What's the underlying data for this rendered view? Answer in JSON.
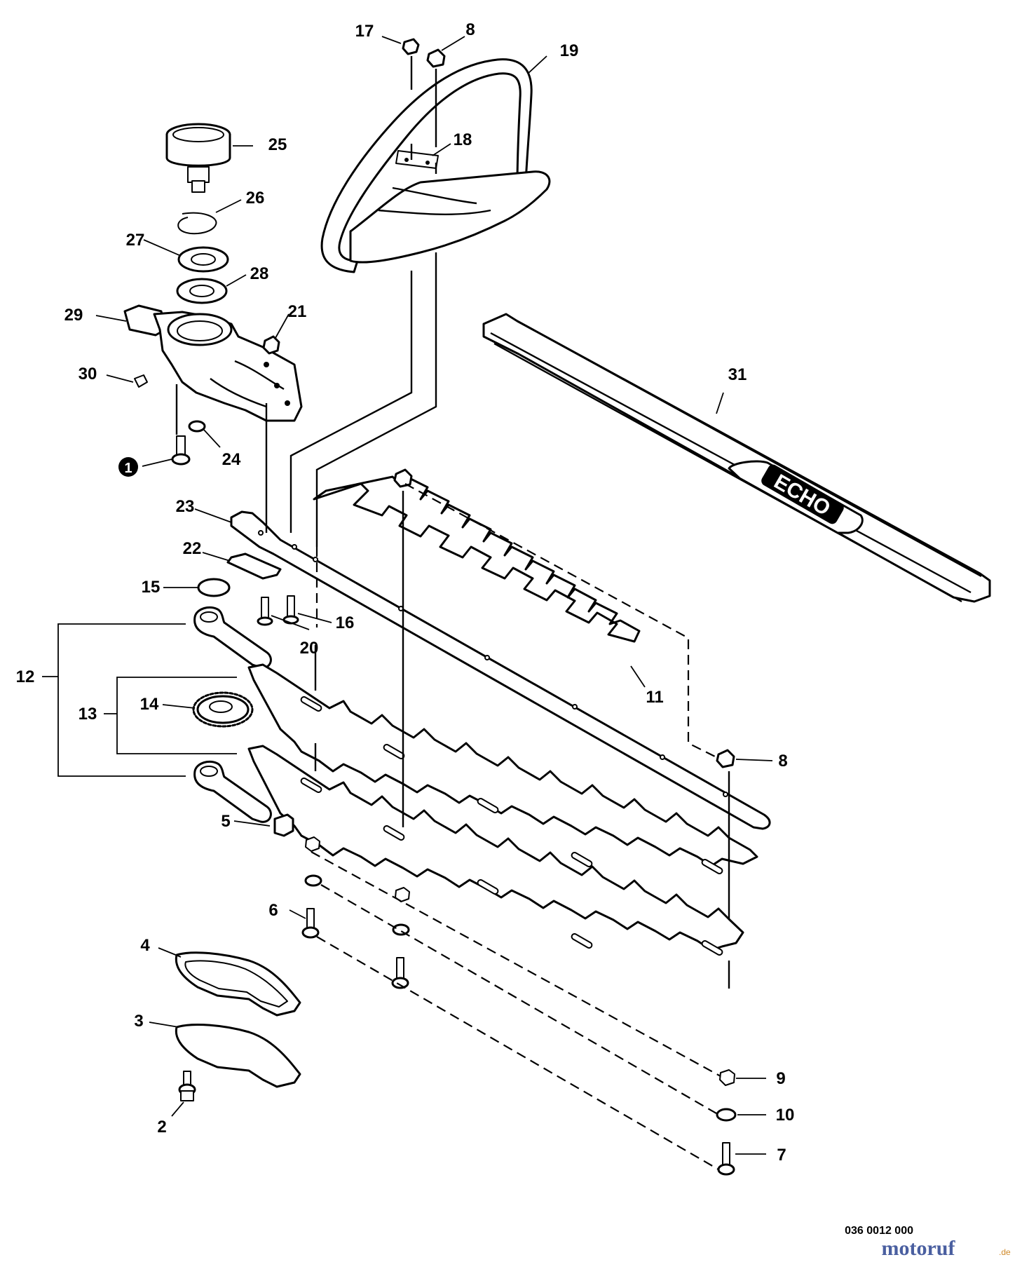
{
  "labels": {
    "p1": "1",
    "p2": "2",
    "p3": "3",
    "p4": "4",
    "p5": "5",
    "p6": "6",
    "p7": "7",
    "p8a": "8",
    "p8b": "8",
    "p9": "9",
    "p10": "10",
    "p11": "11",
    "p12": "12",
    "p13": "13",
    "p14": "14",
    "p15": "15",
    "p16": "16",
    "p17": "17",
    "p18": "18",
    "p19": "19",
    "p20": "20",
    "p21": "21",
    "p22": "22",
    "p23": "23",
    "p24": "24",
    "p25": "25",
    "p26": "26",
    "p27": "27",
    "p28": "28",
    "p29": "29",
    "p30": "30",
    "p31": "31"
  },
  "diagram_code": "036 0012 000",
  "watermark": {
    "main": "motoruf",
    "suffix": ".de"
  },
  "brand_logo": "ECHO"
}
